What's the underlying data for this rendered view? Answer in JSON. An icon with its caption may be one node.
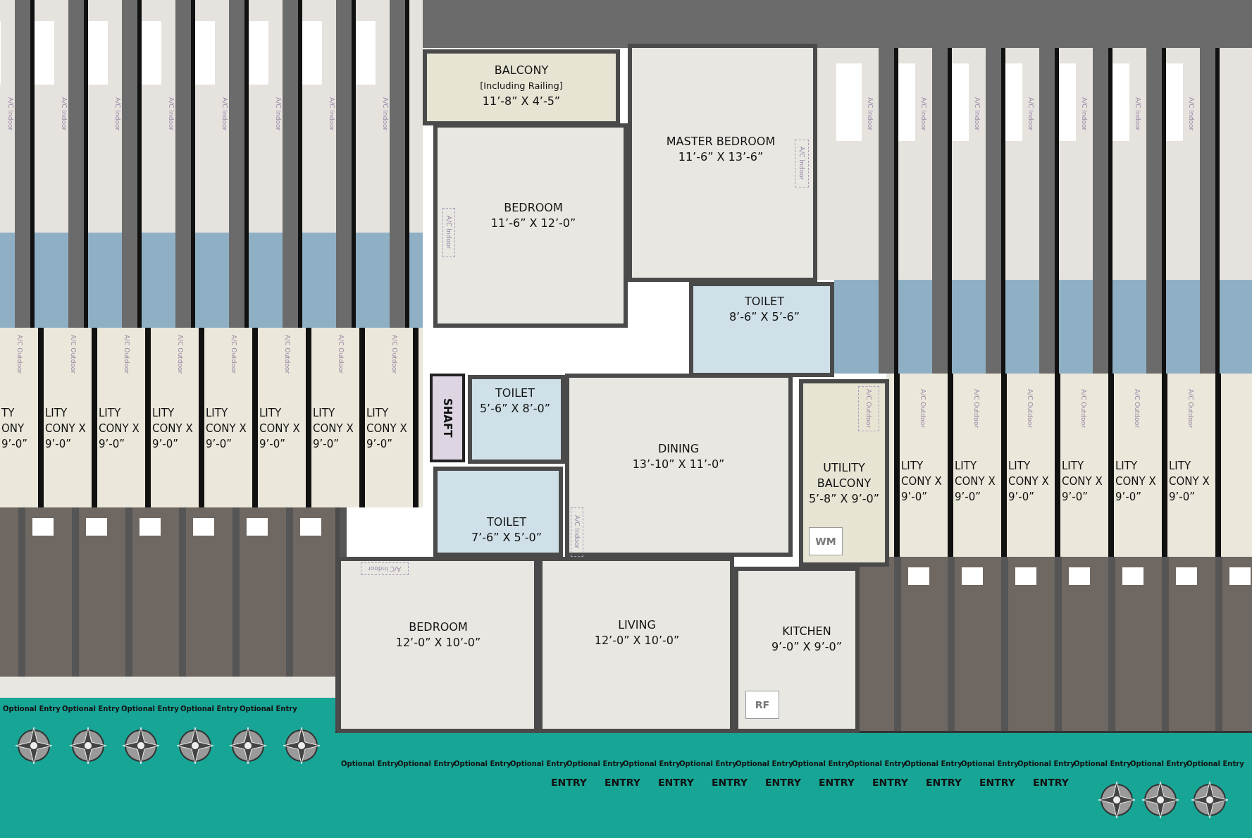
{
  "diagram": {
    "nodes": [
      {
        "text": [
          "BALCONY",
          "[Including Railing]",
          "11’-8” X 4’-5”"
        ]
      },
      {
        "text": [
          "MASTER BEDROOM",
          "11’-6” X 13’-6”"
        ]
      },
      {
        "text": [
          "A/C Indoor"
        ],
        "in": 1
      },
      {
        "text": [
          "BEDROOM",
          "11’-6” X 12’-0”"
        ]
      },
      {
        "text": [
          "A/C Indoor"
        ],
        "in": 3
      },
      {
        "text": [
          "TOILET",
          "8’-6” X 5’-6”"
        ]
      },
      {
        "text": [
          "SHAFT"
        ]
      },
      {
        "text": [
          "TOILET",
          "5’-6” X 8’-0”"
        ]
      },
      {
        "text": [
          "DINING",
          "13’-10” X 11’-0”"
        ]
      },
      {
        "text": [
          "A/C Indoor"
        ],
        "in": 8
      },
      {
        "text": [
          "UTILITY BALCONY",
          "5’-8” X 9’-0”"
        ]
      },
      {
        "text": [
          "A/C Outdoor"
        ],
        "in": 10
      },
      {
        "text": [
          "WM"
        ],
        "in": 10
      },
      {
        "text": [
          "TOILET",
          "7’-6” X 5’-0”"
        ]
      },
      {
        "text": [
          "BEDROOM",
          "12’-0” X 10’-0”"
        ]
      },
      {
        "text": [
          "A/C Indoor"
        ],
        "in": 14
      },
      {
        "text": [
          "LIVING",
          "12’-0” X 10’-0”"
        ]
      },
      {
        "text": [
          "KITCHEN",
          "9’-0” X 9’-0”"
        ]
      },
      {
        "text": [
          "RF"
        ],
        "in": 17
      }
    ],
    "labels": [
      "A/C Indoor",
      "A/C Indoor",
      "A/C Indoor",
      "A/C Indoor",
      "A/C Indoor",
      "A/C Indoor",
      "A/C Indoor",
      "A/C Indoor",
      "A/C Indoor",
      "A/C Indoor",
      "A/C Indoor",
      "A/C Indoor",
      "A/C Indoor",
      "A/C Indoor",
      "A/C Indoor",
      "A/C Outdoor",
      "A/C Outdoor",
      "A/C Outdoor",
      "A/C Outdoor",
      "A/C Outdoor",
      "A/C Outdoor",
      "A/C Outdoor",
      "A/C Outdoor",
      "A/C Outdoor",
      "A/C Outdoor",
      "A/C Outdoor",
      "A/C Outdoor",
      "A/C Outdoor",
      "A/C Outdoor",
      "TY ONY 9’-0”",
      "LITY CONY X 9’-0”",
      "LITY CONY X 9’-0”",
      "LITY CONY X 9’-0”",
      "LITY CONY X 9’-0”",
      "LITY CONY X 9’-0”",
      "LITY CONY X 9’-0”",
      "LITY CONY X 9’-0”",
      "LITY CONY X 9’-0”",
      "LITY CONY X 9’-0”",
      "LITY CONY X 9’-0”",
      "LITY CONY X 9’-0”",
      "LITY CONY X 9’-0”",
      "LITY CONY X 9’-0”",
      "Optional Entry",
      "Optional Entry",
      "Optional Entry",
      "Optional Entry",
      "Optional Entry",
      "Optional Entry",
      "Optional Entry",
      "Optional Entry",
      "Optional Entry",
      "Optional Entry",
      "Optional Entry",
      "Optional Entry",
      "Optional Entry",
      "Optional Entry",
      "Optional Entry",
      "Optional Entry",
      "Optional Entry",
      "Optional Entry",
      "Optional Entry",
      "Optional Entry",
      "Optional Entry",
      "ENTRY",
      "ENTRY",
      "ENTRY",
      "ENTRY",
      "ENTRY",
      "ENTRY",
      "ENTRY",
      "ENTRY",
      "ENTRY",
      "ENTRY"
    ]
  }
}
